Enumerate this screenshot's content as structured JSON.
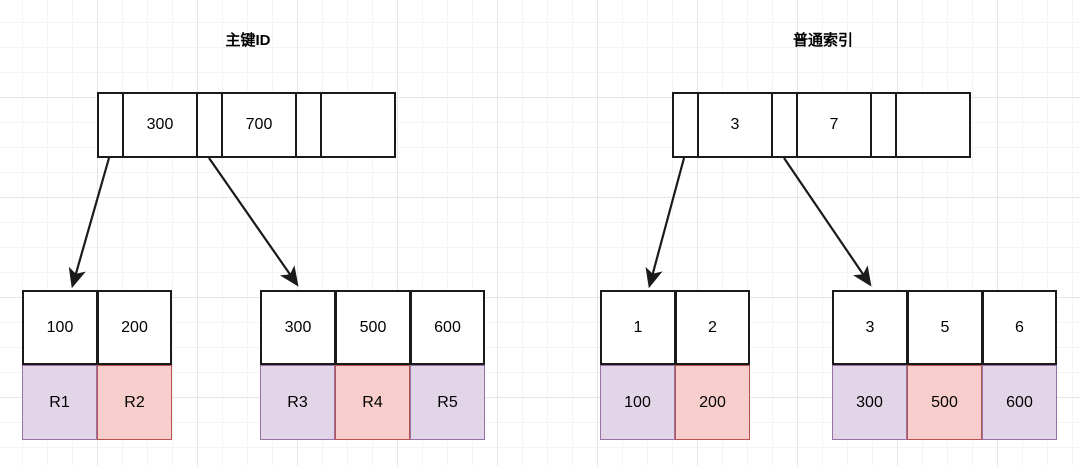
{
  "diagram": {
    "title_left": "主键ID",
    "title_right": "普通索引",
    "colors": {
      "purple_fill": "#e1d5e7",
      "purple_border": "#9673a6",
      "pink_fill": "#f8cecc",
      "pink_border": "#b85450",
      "node_border": "#1a1a1a",
      "grid_minor": "#f4f4f4",
      "grid_major": "#e6e6e6"
    }
  },
  "left_tree": {
    "title": "主键ID",
    "root": {
      "keys": [
        "300",
        "700",
        ""
      ]
    },
    "leaves": [
      {
        "cells": [
          {
            "key": "100",
            "value": "R1",
            "highlight": false
          },
          {
            "key": "200",
            "value": "R2",
            "highlight": true
          }
        ]
      },
      {
        "cells": [
          {
            "key": "300",
            "value": "R3",
            "highlight": false
          },
          {
            "key": "500",
            "value": "R4",
            "highlight": true
          },
          {
            "key": "600",
            "value": "R5",
            "highlight": false
          }
        ]
      }
    ]
  },
  "right_tree": {
    "title": "普通索引",
    "root": {
      "keys": [
        "3",
        "7",
        ""
      ]
    },
    "leaves": [
      {
        "cells": [
          {
            "key": "1",
            "value": "100",
            "highlight": false
          },
          {
            "key": "2",
            "value": "200",
            "highlight": true
          }
        ]
      },
      {
        "cells": [
          {
            "key": "3",
            "value": "300",
            "highlight": false
          },
          {
            "key": "5",
            "value": "500",
            "highlight": true
          },
          {
            "key": "6",
            "value": "600",
            "highlight": false
          }
        ]
      }
    ]
  }
}
